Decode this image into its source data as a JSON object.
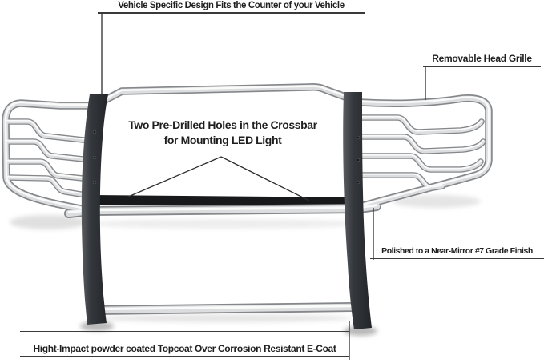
{
  "figure": {
    "kind": "annotated product illustration",
    "subject": "stainless steel grille guard with black powder-coated uprights"
  },
  "callouts": {
    "vehicle_specific": "Vehicle Specific Design Fits the Counter of your Vehicle",
    "removable_grille": "Removable Head Grille",
    "led_holes_line1": "Two Pre-Drilled Holes in the Crossbar",
    "led_holes_line2": "for Mounting LED Light",
    "polished": "Polished to a Near-Mirror #7 Grade Finish",
    "powder_coat": "Hight-Impact powder coated Topcoat Over Corrosion Resistant E-Coat"
  },
  "colors": {
    "background": "#ffffff",
    "text": "#1f1f1f",
    "leader": "#2e2e2e",
    "chrome_hi": "#fafafa",
    "chrome_mid": "#dcddde",
    "chrome_dark": "#85878a",
    "frame_light": "#53575b",
    "frame_dark": "#222528",
    "mount_bar": "#17191b"
  }
}
